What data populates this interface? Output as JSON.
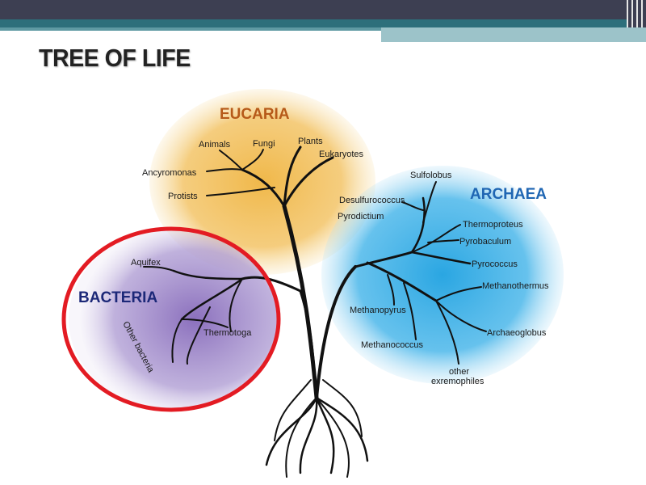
{
  "slide": {
    "title": "TREE OF LIFE"
  },
  "colors": {
    "eukarya": "#f0b84a",
    "archaea": "#3fb1e5",
    "bacteria": "#9a82c4",
    "highlight": "#e31b23",
    "branch": "#111111"
  },
  "groups": {
    "eukarya": {
      "name": "EUCARIA",
      "color": "#b65a19",
      "members": [
        "Animals",
        "Fungi",
        "Plants",
        "Eukaryotes",
        "Ancyromonas",
        "Protists"
      ]
    },
    "archaea": {
      "name": "ARCHAEA",
      "color": "#1f66b3",
      "members": [
        "Sulfolobus",
        "Desulfurococcus",
        "Pyrodictium",
        "Thermoproteus",
        "Pyrobaculum",
        "Pyrococcus",
        "Methanothermus",
        "Methanopyrus",
        "Methanococcus",
        "Archaeoglobus",
        "other",
        "exremophiles"
      ]
    },
    "bacteria": {
      "name": "BACTERIA",
      "color": "#1c2878",
      "members": [
        "Aquifex",
        "Thermotoga",
        "Other bacteria"
      ]
    }
  }
}
